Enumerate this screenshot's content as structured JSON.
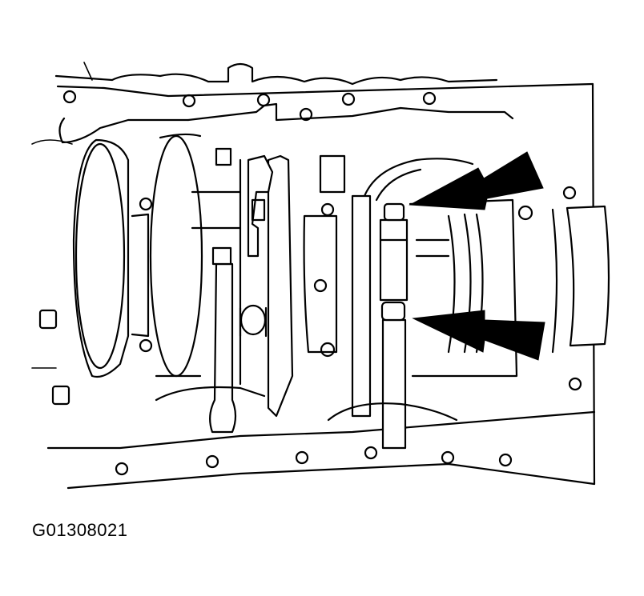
{
  "figure": {
    "id_label": "G01308021",
    "subject": "engine block lower view with crankshaft and main bearing caps",
    "callouts": [
      {
        "name": "upper-arrow",
        "points_to": "upper main bearing cap bolt"
      },
      {
        "name": "lower-arrow",
        "points_to": "lower main bearing cap bolt"
      }
    ]
  },
  "colors": {
    "line": "#000000",
    "background": "#ffffff"
  }
}
